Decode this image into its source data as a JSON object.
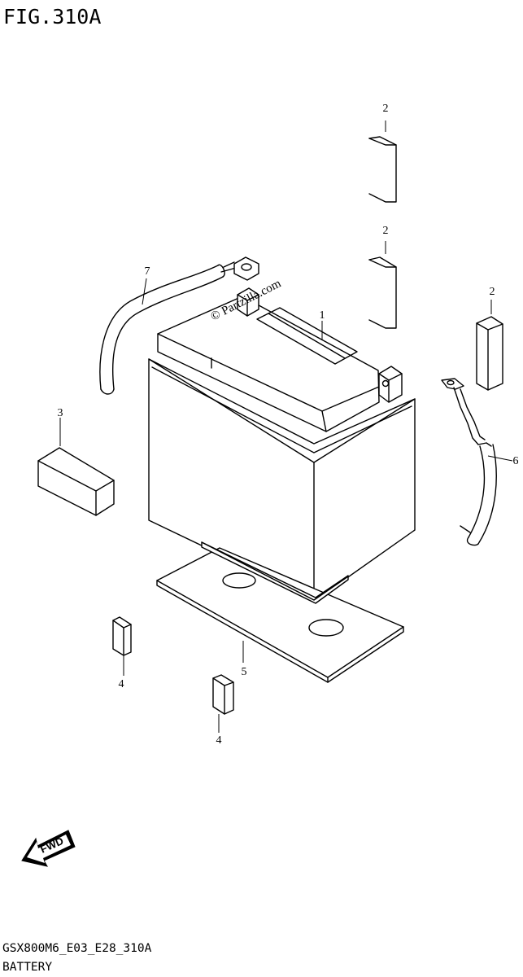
{
  "figure": {
    "title": "FIG.310A",
    "code": "GSX800M6_E03_E28_310A",
    "name": "BATTERY"
  },
  "watermark": "© Partzilla.com",
  "fwd_label": "FWD",
  "callouts": [
    {
      "id": "c1",
      "label": "1"
    },
    {
      "id": "c2a",
      "label": "2"
    },
    {
      "id": "c2b",
      "label": "2"
    },
    {
      "id": "c2c",
      "label": "2"
    },
    {
      "id": "c3",
      "label": "3"
    },
    {
      "id": "c4a",
      "label": "4"
    },
    {
      "id": "c4b",
      "label": "4"
    },
    {
      "id": "c5",
      "label": "5"
    },
    {
      "id": "c6",
      "label": "6"
    },
    {
      "id": "c7",
      "label": "7"
    }
  ]
}
